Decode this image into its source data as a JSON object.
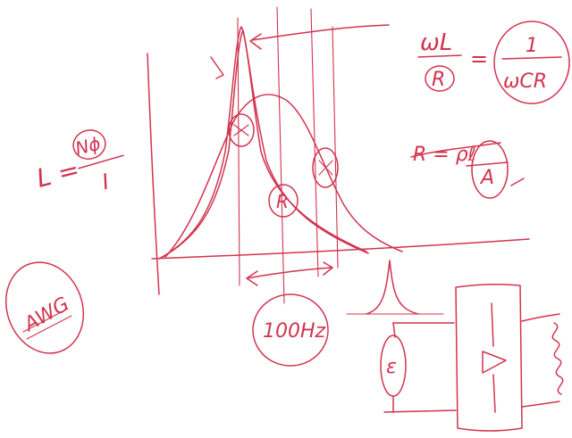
{
  "canvas": {
    "background": "#ffffff",
    "ink_color": "#d1344f"
  },
  "annotations": {
    "inductance_formula": {
      "lhs": "L =",
      "numerator": "Nϕ",
      "denominator": "I"
    },
    "q_formula": {
      "left_num": "ωL",
      "left_den": "R",
      "equals": "=",
      "right_num": "1",
      "right_den": "ωCR"
    },
    "resistance_formula": {
      "text": "R = ρℓ",
      "den": "A"
    },
    "awg_label": "AWG",
    "bandwidth_label": "100Hz",
    "peak_marker": "R",
    "source_symbol": "ε"
  }
}
